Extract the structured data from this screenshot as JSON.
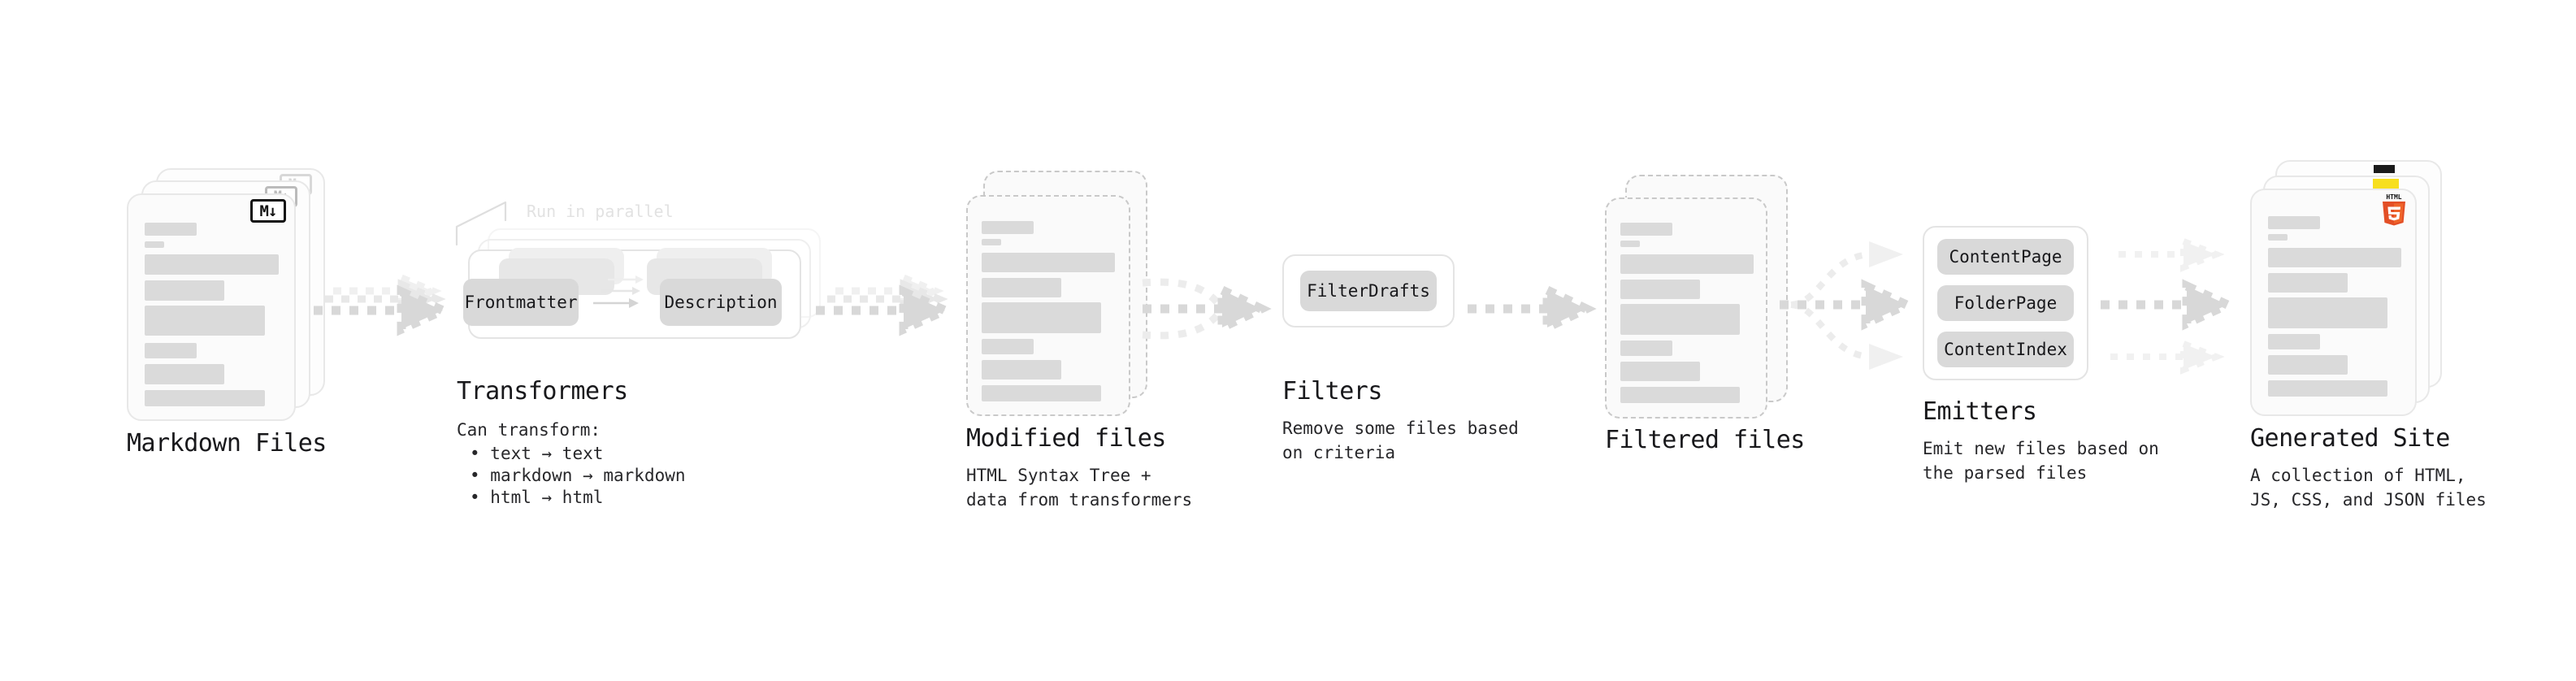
{
  "diagram": {
    "type": "pipeline-flow",
    "title": "Quartz content pipeline",
    "stages": [
      {
        "id": "markdown-files",
        "title": "Markdown Files",
        "description": "",
        "kind": "document-stack",
        "stack_count": 3,
        "icon": "markdown-icon",
        "icon_label": "M"
      },
      {
        "id": "transformers",
        "title": "Transformers",
        "description": "Can transform:",
        "kind": "group-box",
        "stack_count": 3,
        "annotation": "Run in parallel",
        "bullets": [
          "text → text",
          "markdown → markdown",
          "html → html"
        ],
        "chips": [
          "Frontmatter",
          "Description"
        ]
      },
      {
        "id": "modified-files",
        "title": "Modified files",
        "description": "HTML Syntax Tree +\ndata from transformers",
        "kind": "document-stack-dashed",
        "stack_count": 2,
        "icon": "none"
      },
      {
        "id": "filters",
        "title": "Filters",
        "description": "Remove some files based\non criteria",
        "kind": "group-box",
        "stack_count": 1,
        "chips": [
          "FilterDrafts"
        ]
      },
      {
        "id": "filtered-files",
        "title": "Filtered files",
        "description": "",
        "kind": "document-stack-dashed",
        "stack_count": 2,
        "icon": "none"
      },
      {
        "id": "emitters",
        "title": "Emitters",
        "description": "Emit new files based on\nthe parsed files",
        "kind": "group-box",
        "stack_count": 1,
        "chips": [
          "ContentPage",
          "FolderPage",
          "ContentIndex"
        ]
      },
      {
        "id": "generated-site",
        "title": "Generated Site",
        "description": "A collection of HTML,\nJS, CSS, and JSON files",
        "kind": "document-stack",
        "stack_count": 3,
        "icon": "html5-icon",
        "icon_label": "HTML",
        "icon_digit": "5",
        "secondary_icons": [
          "js-icon",
          "css3-icon"
        ]
      }
    ],
    "connectors": [
      {
        "from": "markdown-files",
        "to": "transformers",
        "style": "dashed-stacked",
        "branches": 3
      },
      {
        "from": "transformers",
        "to": "modified-files",
        "style": "dashed-stacked",
        "branches": 3
      },
      {
        "from": "modified-files",
        "to": "filters",
        "style": "dashed-merge",
        "branches": 2
      },
      {
        "from": "filters",
        "to": "filtered-files",
        "style": "dashed",
        "branches": 1
      },
      {
        "from": "filtered-files",
        "to": "emitters",
        "style": "dashed-fanout",
        "branches": 3
      },
      {
        "from": "emitters",
        "to": "generated-site",
        "style": "dashed-parallel",
        "branches": 3
      }
    ],
    "colors": {
      "background": "#ffffff",
      "card_fill": "#fbfbfb",
      "card_border": "#e8e8e8",
      "card_border_dashed": "#c9c9c9",
      "skeleton": "#dadada",
      "chip_fill": "#d9d9d9",
      "text": "#18181b",
      "arrow": "#d5d5d5",
      "annotation": "#e2e2e2",
      "html5_orange": "#e34f26",
      "js_yellow": "#f7df1e",
      "css_blue": "#264de4"
    }
  }
}
